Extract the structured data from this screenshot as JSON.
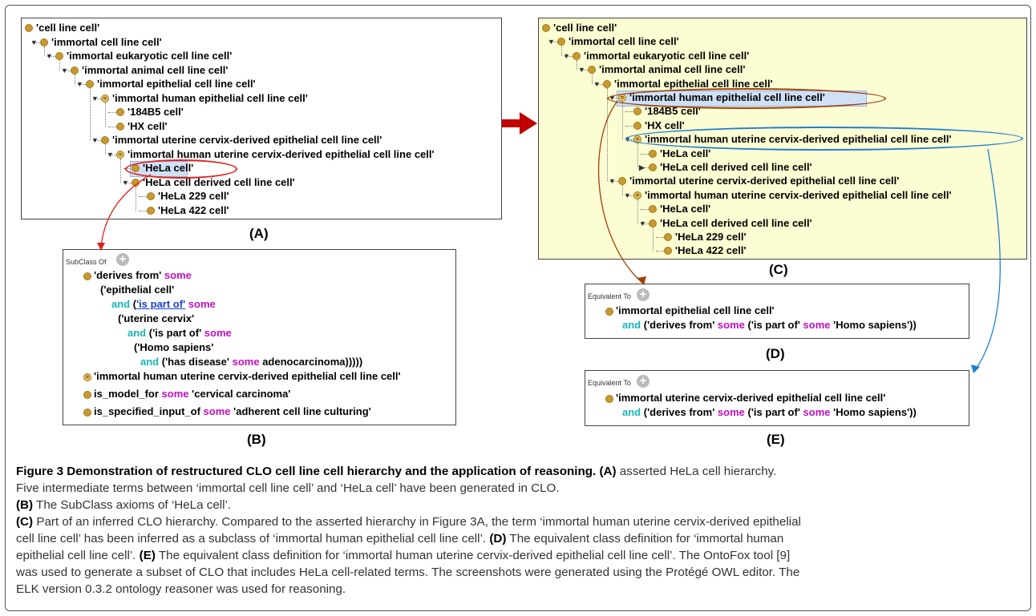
{
  "panelA": {
    "label": "(A)",
    "rows": [
      {
        "text": "'cell line cell'"
      },
      {
        "text": "'immortal cell line cell'"
      },
      {
        "text": "'immortal eukaryotic cell line cell'"
      },
      {
        "text": "'immortal animal cell line cell'"
      },
      {
        "text": "'immortal epithelial cell line cell'"
      },
      {
        "text": "'immortal human epithelial cell line cell'"
      },
      {
        "text": "'184B5 cell'"
      },
      {
        "text": "'HX cell'"
      },
      {
        "text": "'immortal uterine cervix-derived epithelial cell line cell'"
      },
      {
        "text": "'immortal human uterine cervix-derived epithelial cell line cell'"
      },
      {
        "text": "'HeLa cell'"
      },
      {
        "text": "'HeLa cell derived cell line cell'"
      },
      {
        "text": "'HeLa 229 cell'"
      },
      {
        "text": "'HeLa 422 cell'"
      }
    ]
  },
  "panelB": {
    "label": "(B)",
    "header": "SubClass Of",
    "lines": {
      "l1a": "'derives from'",
      "l1b": "some",
      "l2": "('epithelial cell'",
      "l3a": "and",
      "l3b": "(",
      "l3c": "'is part of'",
      "l3d": "some",
      "l4": "('uterine cervix'",
      "l5a": "and",
      "l5b": "('is part of'",
      "l5c": "some",
      "l6": "('Homo sapiens'",
      "l7a": "and",
      "l7b": "('has disease'",
      "l7c": "some",
      "l7d": "adenocarcinoma)))))",
      "l8": "'immortal human uterine cervix-derived epithelial cell line cell'",
      "l9a": "is_model_for",
      "l9b": "some",
      "l9c": "'cervical carcinoma'",
      "l10a": "is_specified_input_of",
      "l10b": "some",
      "l10c": "'adherent cell line culturing'"
    }
  },
  "panelC": {
    "label": "(C)",
    "rows": [
      {
        "text": "'cell line cell'"
      },
      {
        "text": "'immortal cell line cell'"
      },
      {
        "text": "'immortal eukaryotic cell line cell'"
      },
      {
        "text": "'immortal animal cell line cell'"
      },
      {
        "text": "'immortal epithelial cell line cell'"
      },
      {
        "text": "'immortal human epithelial cell line cell'"
      },
      {
        "text": "'184B5 cell'"
      },
      {
        "text": "'HX cell'"
      },
      {
        "text": "'immortal human uterine cervix-derived epithelial cell line cell'"
      },
      {
        "text": "'HeLa cell'"
      },
      {
        "text": "'HeLa cell derived cell line cell'"
      },
      {
        "text": "'immortal uterine cervix-derived epithelial cell line cell'"
      },
      {
        "text": "'immortal human uterine cervix-derived epithelial cell line cell'"
      },
      {
        "text": "'HeLa cell'"
      },
      {
        "text": "'HeLa cell derived cell line cell'"
      },
      {
        "text": "'HeLa 229 cell'"
      },
      {
        "text": "'HeLa 422 cell'"
      }
    ]
  },
  "panelD": {
    "label": "(D)",
    "header": "Equivalent To",
    "l1": "'immortal epithelial cell line cell'",
    "l2a": "and",
    "l2b": "('derives from'",
    "l2c": "some",
    "l2d": "('is part of'",
    "l2e": "some",
    "l2f": "'Homo sapiens'))"
  },
  "panelE": {
    "label": "(E)",
    "header": "Equivalent To",
    "l1": "'immortal uterine cervix-derived epithelial cell line cell'",
    "l2a": "and",
    "l2b": "('derives from'",
    "l2c": "some",
    "l2d": "('is part of'",
    "l2e": "some",
    "l2f": "'Homo sapiens'))"
  },
  "caption": {
    "title": "Figure 3 Demonstration of restructured CLO cell line cell hierarchy and the application of reasoning.",
    "a_tag": "(A)",
    "a_text": " asserted HeLa cell hierarchy.",
    "line2": "Five intermediate terms between ‘immortal cell line cell’ and ‘HeLa cell’ have been generated in CLO.",
    "b_tag": "(B)",
    "b_text": " The SubClass axioms of ‘HeLa cell’.",
    "c_tag": "(C)",
    "c_text": " Part of an inferred CLO hierarchy. Compared to the asserted hierarchy in Figure 3A, the term ‘immortal human uterine cervix-derived epithelial",
    "line5": "cell line cell’ has been inferred as a subclass of ‘immortal human epithelial cell line cell’.",
    "d_tag": "(D)",
    "d_text": " The equivalent class definition for ‘immortal human",
    "line6": "epithelial cell line cell’.",
    "e_tag": "(E)",
    "e_text": " The equivalent class definition for ‘immortal human uterine cervix-derived epithelial cell line cell’. The OntoFox tool [9]",
    "line7": "was used to generate a subset of CLO that includes HeLa cell-related terms. The screenshots were generated using the Protégé OWL editor. The",
    "line8": "ELK version 0.3.2 ontology reasoner was used for reasoning."
  },
  "colors": {
    "highlight_red": "#e02020",
    "highlight_brown": "#a0400a",
    "highlight_blue": "#1f7fd0",
    "panel_c_bg": "#fdfdd3",
    "arrow_dark_red": "#c00000"
  }
}
